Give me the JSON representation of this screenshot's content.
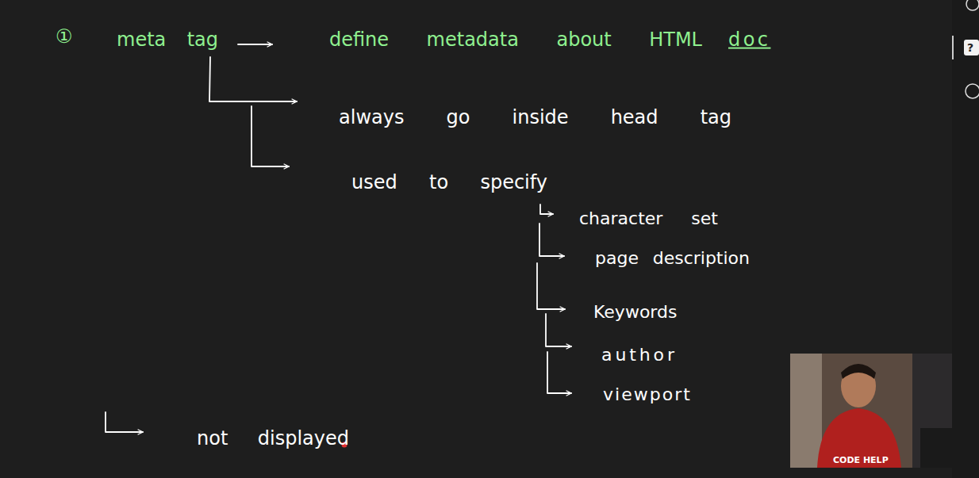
{
  "diagram": {
    "labels": [
      "①",
      "meta tag",
      "define metadata about HTML",
      "doc",
      "always go inside head tag",
      "used to specify",
      "character set",
      "page description",
      "Keywords",
      "author",
      "viewport",
      "not displayed",
      "CODE HELP",
      "?"
    ]
  }
}
